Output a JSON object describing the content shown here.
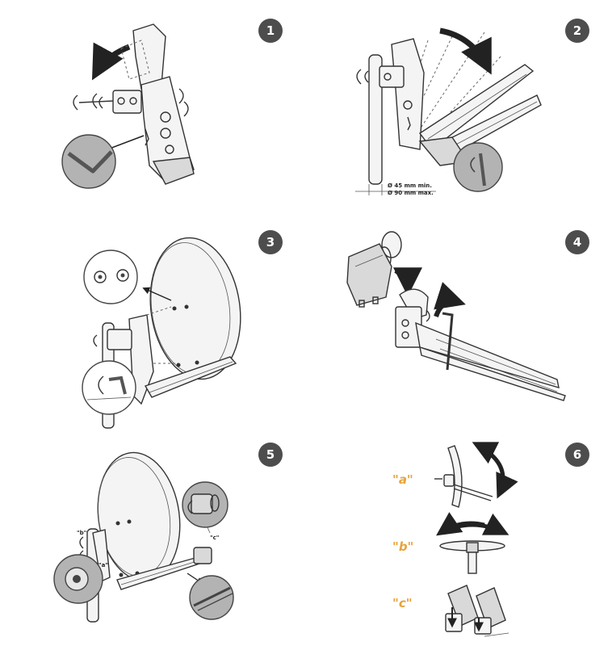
{
  "steps": [
    {
      "number": "1"
    },
    {
      "number": "2"
    },
    {
      "number": "3"
    },
    {
      "number": "4"
    },
    {
      "number": "5"
    },
    {
      "number": "6"
    }
  ],
  "step2": {
    "mast_min": "Ø 45 mm min.",
    "mast_max": "Ø 90 mm max."
  },
  "step5": {
    "label_a": "\"a\"",
    "label_b": "\"b\"",
    "label_c": "\"c\""
  },
  "step6": {
    "label_a": "\"a\"",
    "label_b": "\"b\"",
    "label_c": "\"c\""
  },
  "colors": {
    "badge": "#4d4d4d",
    "accent": "#e8a33d",
    "zoom": "#b3b3b3"
  }
}
